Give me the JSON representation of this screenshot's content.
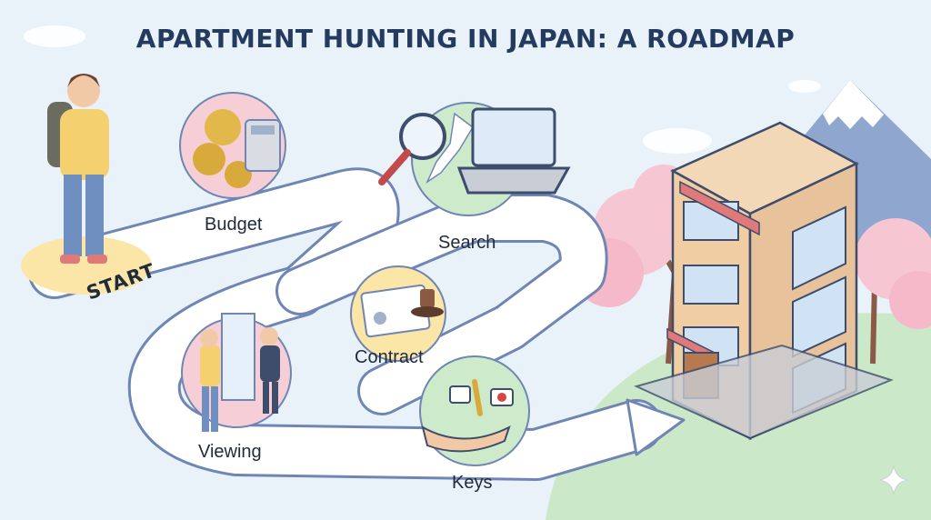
{
  "title": "APARTMENT HUNTING IN JAPAN: A ROADMAP",
  "start_label": "START",
  "steps": [
    {
      "label": "Budget",
      "icon": "coins-calculator-icon",
      "color": "#f6cfd6"
    },
    {
      "label": "Search",
      "icon": "map-laptop-icon",
      "color": "#cdeacb"
    },
    {
      "label": "Viewing",
      "icon": "viewing-people-icon",
      "color": "#f6cfd6"
    },
    {
      "label": "Contract",
      "icon": "contract-stamp-icon",
      "color": "#fbe6a8"
    },
    {
      "label": "Keys",
      "icon": "keys-hand-icon",
      "color": "#cdeacb"
    }
  ],
  "colors": {
    "background": "#e9f2f9",
    "title": "#243a5e",
    "road": "#ffffff",
    "road_edge": "#6f86b5",
    "grass": "#cbe9c9",
    "blossom": "#f7c6d3"
  }
}
